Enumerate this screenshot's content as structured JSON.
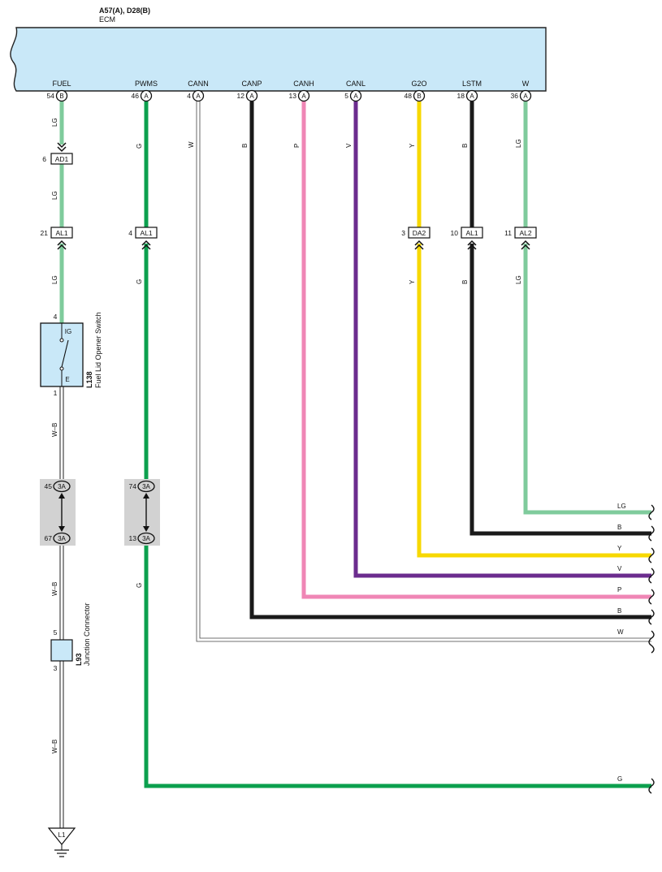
{
  "ecm": {
    "header": "A57(A), D28(B)",
    "name": "ECM",
    "fill": "#c9e8f8"
  },
  "terminals": [
    {
      "name": "FUEL",
      "pin": "54",
      "conn": "B",
      "wire": "LG"
    },
    {
      "name": "PWMS",
      "pin": "46",
      "conn": "A",
      "wire": "G"
    },
    {
      "name": "CANN",
      "pin": "4",
      "conn": "A",
      "wire": "W"
    },
    {
      "name": "CANP",
      "pin": "12",
      "conn": "A",
      "wire": "B"
    },
    {
      "name": "CANH",
      "pin": "13",
      "conn": "A",
      "wire": "P"
    },
    {
      "name": "CANL",
      "pin": "5",
      "conn": "A",
      "wire": "V"
    },
    {
      "name": "G2O",
      "pin": "48",
      "conn": "B",
      "wire": "Y"
    },
    {
      "name": "LSTM",
      "pin": "18",
      "conn": "A",
      "wire": "B"
    },
    {
      "name": "W",
      "pin": "36",
      "conn": "A",
      "wire": "LG"
    }
  ],
  "colors": {
    "LG": "#7fcb9c",
    "G": "#0ca04e",
    "W": "#ffffff",
    "B": "#1a1a1a",
    "P": "#ef86b5",
    "V": "#6b2c8e",
    "Y": "#f7d800",
    "WB": "#ffffff"
  },
  "connectors": {
    "ad1": {
      "pin": "6",
      "name": "AD1"
    },
    "al1_fuel": {
      "pin": "21",
      "name": "AL1"
    },
    "al1_pwms": {
      "pin": "4",
      "name": "AL1"
    },
    "da2": {
      "pin": "3",
      "name": "DA2"
    },
    "al1_lstm": {
      "pin": "10",
      "name": "AL1"
    },
    "al2": {
      "pin": "11",
      "name": "AL2"
    }
  },
  "switch": {
    "id": "L138",
    "name": "Fuel Lid Opener Switch",
    "pin_top": "4",
    "pin_bottom": "1",
    "term_top": "IG",
    "term_bottom": "E"
  },
  "junction_blocks": [
    {
      "pin_top": "45",
      "pin_bottom": "67",
      "name": "3A"
    },
    {
      "pin_top": "74",
      "pin_bottom": "13",
      "name": "3A"
    }
  ],
  "junction_connector": {
    "id": "L93",
    "name": "Junction Connector",
    "pin_top": "5",
    "pin_bottom": "3"
  },
  "ground": {
    "name": "L1"
  },
  "wire_labels": {
    "lg": "LG",
    "g": "G",
    "w": "W",
    "b": "B",
    "p": "P",
    "v": "V",
    "y": "Y",
    "wb": "W–B"
  },
  "right_labels": [
    "LG",
    "B",
    "Y",
    "V",
    "P",
    "B",
    "W",
    "G"
  ]
}
